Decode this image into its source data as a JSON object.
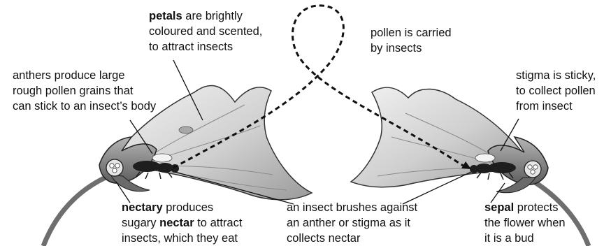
{
  "labels": {
    "petals": {
      "bold": "petals",
      "line1_rest": " are brightly",
      "line2": "coloured and scented,",
      "line3": "to attract insects"
    },
    "pollen_carried": {
      "line1": "pollen is carried",
      "line2": "by insects"
    },
    "anthers": {
      "line1": "anthers produce large",
      "line2": "rough pollen grains that",
      "line3": "can stick to an insect’s body"
    },
    "stigma": {
      "line1": "stigma is sticky,",
      "line2": "to collect pollen",
      "line3": "from insect"
    },
    "nectary": {
      "bold1": "nectary",
      "line1_rest": " produces",
      "line2_pre": "sugary ",
      "bold2": "nectar",
      "line2_post": " to attract",
      "line3": "insects, which they eat"
    },
    "insect_brushes": {
      "line1": "an insect brushes against",
      "line2": "an anther or stigma as it",
      "line3": "collects nectar"
    },
    "sepal": {
      "bold": "sepal",
      "line1_rest": " protects",
      "line2": "the flower when",
      "line3": "it is a bud"
    }
  },
  "colors": {
    "petal_fill": "#d8d8d8",
    "petal_dark": "#8a8a8a",
    "stem": "#6e6e6e",
    "insect": "#1e1e1e",
    "line": "#111111"
  }
}
